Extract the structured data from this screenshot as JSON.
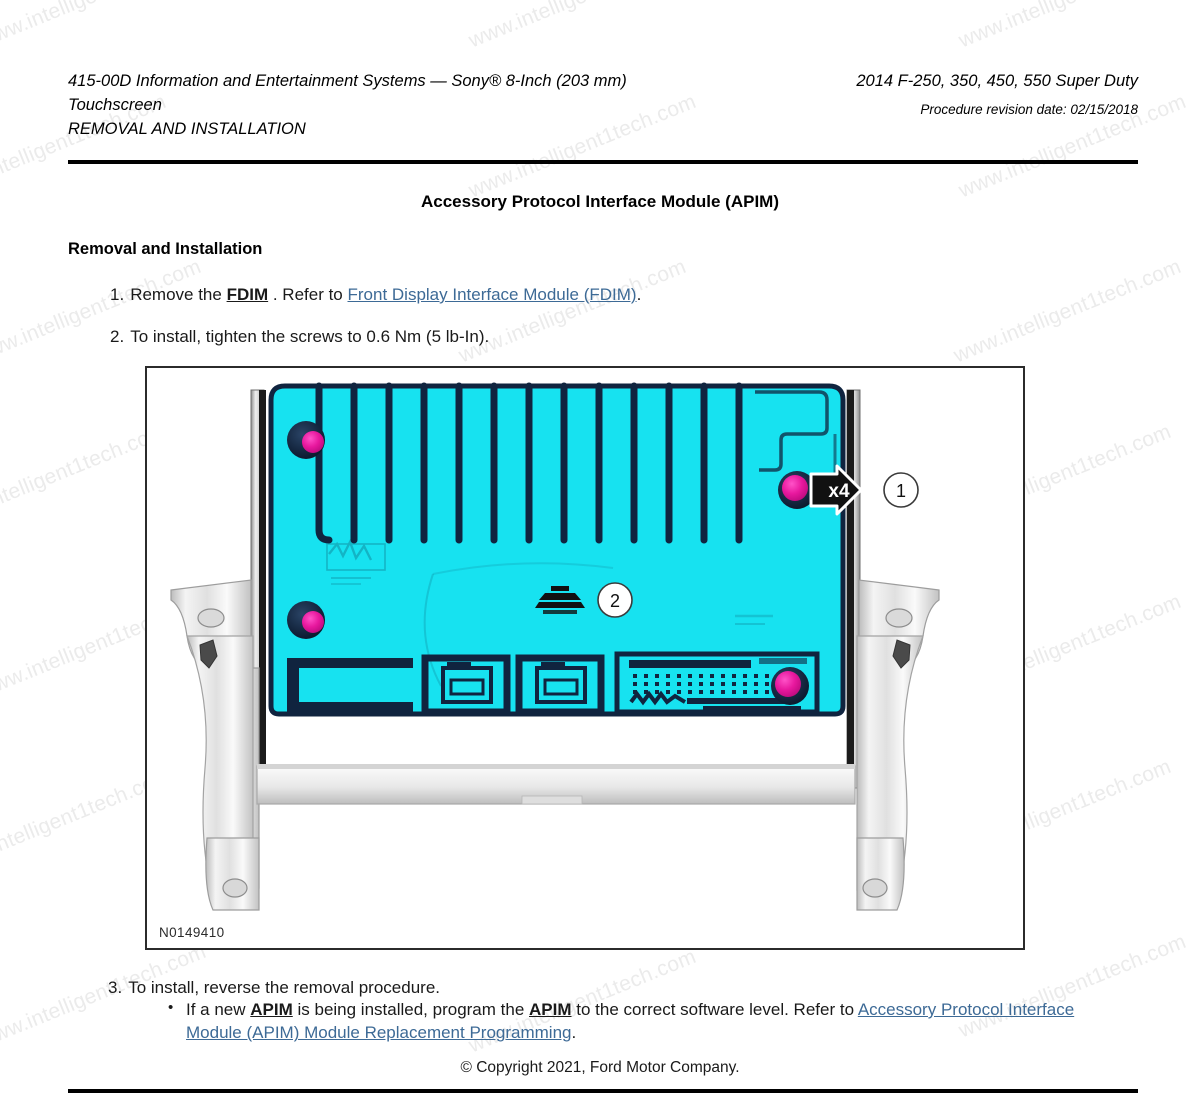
{
  "header": {
    "left_line1": "415-00D Information and Entertainment Systems — Sony® 8-Inch (203 mm) Touchscreen",
    "left_line2": "REMOVAL AND INSTALLATION",
    "right_line1": "2014 F-250, 350, 450, 550 Super Duty",
    "right_revision": "Procedure revision date: 02/15/2018"
  },
  "title": "Accessory Protocol Interface Module (APIM)",
  "section_heading": "Removal and Installation",
  "steps": {
    "step1": {
      "number": "1.",
      "text_a": "Remove the ",
      "term": "FDIM",
      "text_b": " . Refer to ",
      "link": "Front Display Interface Module (FDIM)",
      "text_c": "."
    },
    "step2": {
      "number": "2.",
      "text": "To install, tighten the screws to 0.6 Nm (5 lb-In)."
    },
    "step3": {
      "number": "3.",
      "text": "To install, reverse the removal procedure."
    },
    "bullet": {
      "marker": "•",
      "text_a": "If a new ",
      "term1": "APIM",
      "text_b": " is being installed, program the ",
      "term2": "APIM",
      "text_c": " to the correct software level. Refer to ",
      "link": "Accessory Protocol Interface Module (APIM) Module Replacement Programming",
      "text_d": "."
    }
  },
  "figure": {
    "id": "N0149410",
    "callouts": [
      {
        "number": "1",
        "qty_label": "x4"
      },
      {
        "number": "2",
        "qty_label": ""
      }
    ],
    "colors": {
      "module_cyan": "#17E2F0",
      "module_outline": "#10243f",
      "screw_magenta": "#E8189E",
      "bracket_gray": "#e3e3e3",
      "bracket_outline": "#9a9a9a",
      "callout_stroke": "#2b2b2b"
    }
  },
  "copyright": "© Copyright 2021, Ford Motor Company.",
  "watermark": {
    "text": "www.intelligent1tech.com",
    "color": "#ebebeb",
    "angle_deg": -22
  }
}
